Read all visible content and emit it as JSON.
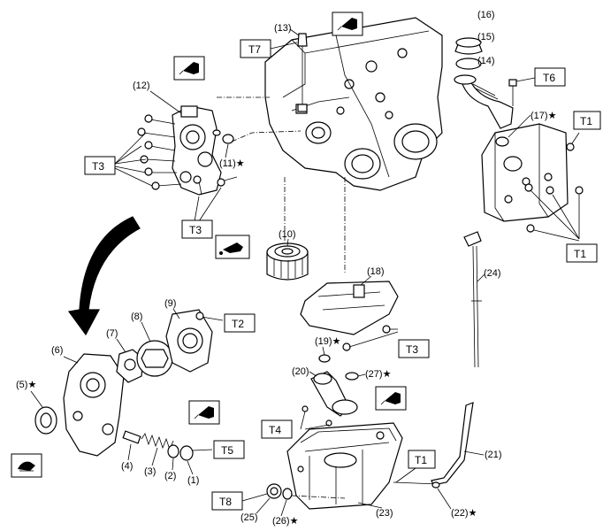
{
  "part_labels": [
    {
      "id": "p1",
      "text": "(1)"
    },
    {
      "id": "p2",
      "text": "(2)"
    },
    {
      "id": "p3",
      "text": "(3)"
    },
    {
      "id": "p4",
      "text": "(4)"
    },
    {
      "id": "p5",
      "text": "(5)",
      "star": "★"
    },
    {
      "id": "p6",
      "text": "(6)"
    },
    {
      "id": "p7",
      "text": "(7)"
    },
    {
      "id": "p8",
      "text": "(8)"
    },
    {
      "id": "p9",
      "text": "(9)"
    },
    {
      "id": "p10",
      "text": "(10)"
    },
    {
      "id": "p11",
      "text": "(11)",
      "star": "★"
    },
    {
      "id": "p12",
      "text": "(12)"
    },
    {
      "id": "p13",
      "text": "(13)"
    },
    {
      "id": "p14",
      "text": "(14)"
    },
    {
      "id": "p15",
      "text": "(15)"
    },
    {
      "id": "p16",
      "text": "(16)"
    },
    {
      "id": "p17",
      "text": "(17)",
      "star": "★"
    },
    {
      "id": "p18",
      "text": "(18)"
    },
    {
      "id": "p19",
      "text": "(19)",
      "star": "★"
    },
    {
      "id": "p20",
      "text": "(20)"
    },
    {
      "id": "p21",
      "text": "(21)"
    },
    {
      "id": "p22",
      "text": "(22)",
      "star": "★"
    },
    {
      "id": "p23",
      "text": "(23)"
    },
    {
      "id": "p24",
      "text": "(24)"
    },
    {
      "id": "p25",
      "text": "(25)"
    },
    {
      "id": "p26",
      "text": "(26)",
      "star": "★"
    },
    {
      "id": "p27",
      "text": "(27)",
      "star": "★"
    }
  ],
  "torque_boxes": [
    {
      "id": "t7",
      "text": "T7"
    },
    {
      "id": "t6",
      "text": "T6"
    },
    {
      "id": "t1a",
      "text": "T1"
    },
    {
      "id": "t3a",
      "text": "T3"
    },
    {
      "id": "t3b",
      "text": "T3"
    },
    {
      "id": "t1b",
      "text": "T1"
    },
    {
      "id": "t2",
      "text": "T2"
    },
    {
      "id": "t3c",
      "text": "T3"
    },
    {
      "id": "t4",
      "text": "T4"
    },
    {
      "id": "t5",
      "text": "T5"
    },
    {
      "id": "t1c",
      "text": "T1"
    },
    {
      "id": "t8",
      "text": "T8"
    }
  ],
  "symbols": {
    "sealant_icon": "sealant-tube-icon",
    "oil_icon": "oil-can-icon",
    "grease_icon": "grease-icon"
  }
}
